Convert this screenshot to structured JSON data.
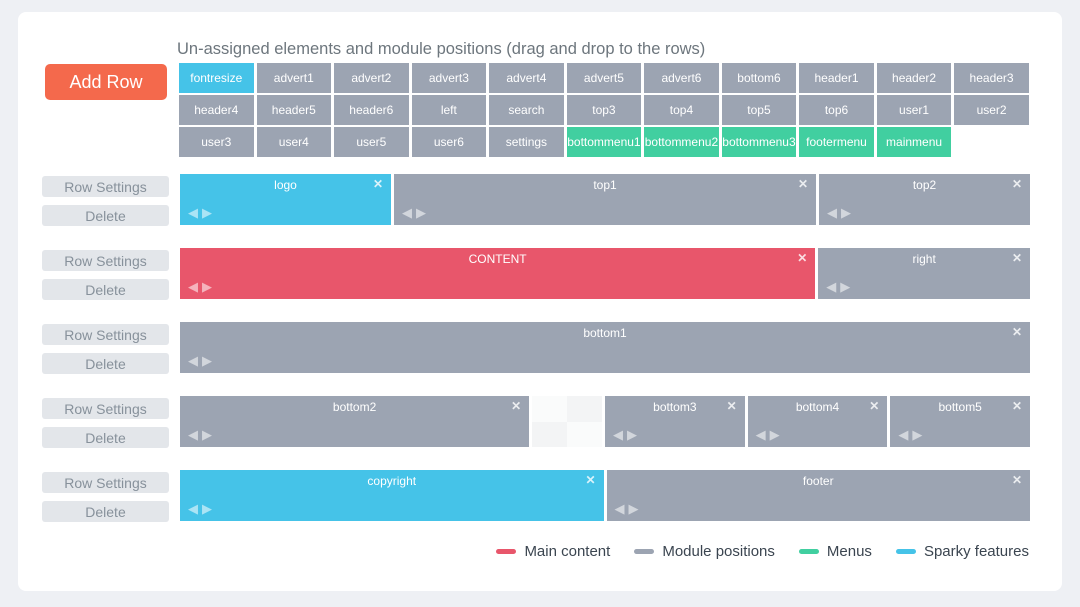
{
  "title": "Un-assigned elements and module positions (drag and drop to the rows)",
  "add_row_label": "Add Row",
  "row_buttons": {
    "settings": "Row Settings",
    "delete": "Delete"
  },
  "icons": {
    "close": "✕",
    "move_left": "◀",
    "move_right": "▶"
  },
  "colors": {
    "main_content": "#e8566b",
    "module_positions": "#9ca4b2",
    "menus": "#41cfa0",
    "sparky_features": "#45c3e8",
    "add_row_button": "#f4694c",
    "page_background": "#eef0f4",
    "card_background": "#ffffff"
  },
  "unassigned_tiles": [
    {
      "label": "fontresize",
      "type": "sparky"
    },
    {
      "label": "advert1",
      "type": "module"
    },
    {
      "label": "advert2",
      "type": "module"
    },
    {
      "label": "advert3",
      "type": "module"
    },
    {
      "label": "advert4",
      "type": "module"
    },
    {
      "label": "advert5",
      "type": "module"
    },
    {
      "label": "advert6",
      "type": "module"
    },
    {
      "label": "bottom6",
      "type": "module"
    },
    {
      "label": "header1",
      "type": "module"
    },
    {
      "label": "header2",
      "type": "module"
    },
    {
      "label": "header3",
      "type": "module"
    },
    {
      "label": "header4",
      "type": "module"
    },
    {
      "label": "header5",
      "type": "module"
    },
    {
      "label": "header6",
      "type": "module"
    },
    {
      "label": "left",
      "type": "module"
    },
    {
      "label": "search",
      "type": "module"
    },
    {
      "label": "top3",
      "type": "module"
    },
    {
      "label": "top4",
      "type": "module"
    },
    {
      "label": "top5",
      "type": "module"
    },
    {
      "label": "top6",
      "type": "module"
    },
    {
      "label": "user1",
      "type": "module"
    },
    {
      "label": "user2",
      "type": "module"
    },
    {
      "label": "user3",
      "type": "module"
    },
    {
      "label": "user4",
      "type": "module"
    },
    {
      "label": "user5",
      "type": "module"
    },
    {
      "label": "user6",
      "type": "module"
    },
    {
      "label": "settings",
      "type": "module"
    },
    {
      "label": "bottommenu1",
      "type": "menu"
    },
    {
      "label": "bottommenu2",
      "type": "menu"
    },
    {
      "label": "bottommenu3",
      "type": "menu"
    },
    {
      "label": "footermenu",
      "type": "menu"
    },
    {
      "label": "mainmenu",
      "type": "menu"
    }
  ],
  "rows": [
    {
      "blocks": [
        {
          "label": "logo",
          "type": "sparky",
          "cols": 3
        },
        {
          "label": "top1",
          "type": "module",
          "cols": 6
        },
        {
          "label": "top2",
          "type": "module",
          "cols": 3
        }
      ]
    },
    {
      "blocks": [
        {
          "label": "CONTENT",
          "type": "main",
          "cols": 9
        },
        {
          "label": "right",
          "type": "module",
          "cols": 3
        }
      ]
    },
    {
      "blocks": [
        {
          "label": "bottom1",
          "type": "module",
          "cols": 12
        }
      ]
    },
    {
      "blocks": [
        {
          "label": "bottom2",
          "type": "module",
          "cols": 5
        },
        {
          "label": "",
          "type": "empty",
          "cols": 1
        },
        {
          "label": "bottom3",
          "type": "module",
          "cols": 2
        },
        {
          "label": "bottom4",
          "type": "module",
          "cols": 2
        },
        {
          "label": "bottom5",
          "type": "module",
          "cols": 2
        }
      ]
    },
    {
      "blocks": [
        {
          "label": "copyright",
          "type": "sparky",
          "cols": 6
        },
        {
          "label": "footer",
          "type": "module",
          "cols": 6
        }
      ]
    }
  ],
  "legend": [
    {
      "label": "Main content",
      "type": "main"
    },
    {
      "label": "Module positions",
      "type": "module"
    },
    {
      "label": "Menus",
      "type": "menu"
    },
    {
      "label": "Sparky features",
      "type": "sparky"
    }
  ]
}
